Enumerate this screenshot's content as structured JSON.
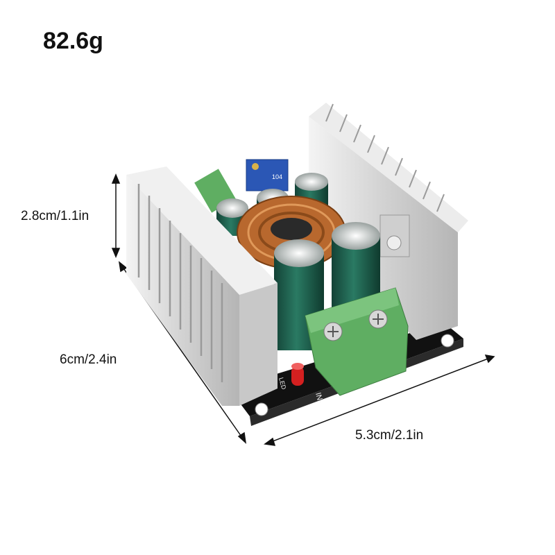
{
  "product": {
    "weight_label": "82.6g",
    "dimensions": {
      "height_label": "2.8cm/1.1in",
      "length_label": "6cm/2.4in",
      "width_label": "5.3cm/2.1in"
    }
  },
  "board_markings": {
    "input_label": "IN-",
    "led_label": "LED",
    "pot_code": "104"
  },
  "colors": {
    "heatsink": "#d9d9d9",
    "pcb": "#1a1a1a",
    "terminal": "#5fae62",
    "capacitor": "#1f5b4a",
    "inductor_copper": "#b8682e",
    "potentiometer": "#2b57b5",
    "led": "#d42020"
  }
}
